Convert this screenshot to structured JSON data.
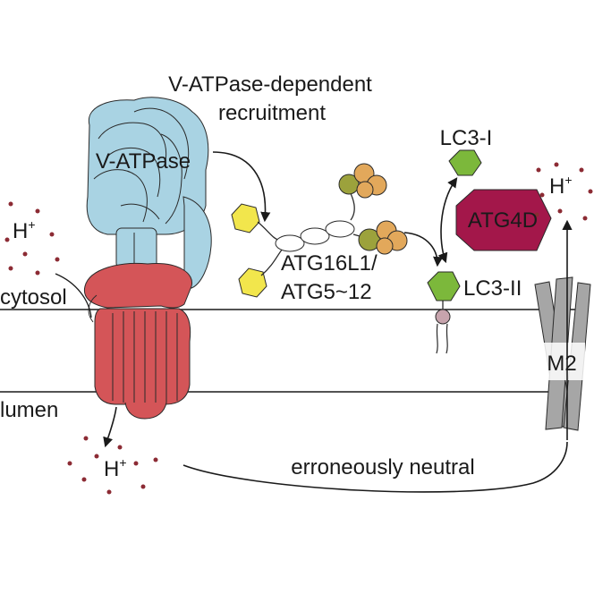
{
  "labels": {
    "recruitment_line1": "V-ATPase-dependent",
    "recruitment_line2": "recruitment",
    "v_atpase": "V-ATPase",
    "lc3_i": "LC3-I",
    "atg4d": "ATG4D",
    "atg16l1_line1": "ATG16L1/",
    "atg16l1_line2": "ATG5~12",
    "lc3_ii": "LC3-II",
    "h_left": "H",
    "h_right": "H",
    "h_bottom": "H",
    "plus": "+",
    "cytosol": "cytosol",
    "lumen": "lumen",
    "m2": "M2",
    "erroneously_neutral": "erroneously neutral"
  },
  "colors": {
    "v_atpase_v1": "#a9d3e3",
    "v_atpase_v0": "#d45558",
    "lc3": "#7cb83b",
    "atg4d": "#a3174a",
    "atg5": "#f2e64c",
    "atg12_dark": "#9ca23c",
    "atg12_light": "#e2a85b",
    "m2": "#a6a6a6",
    "proton": "#8c2b34",
    "lipid": "#c7a4ad"
  }
}
